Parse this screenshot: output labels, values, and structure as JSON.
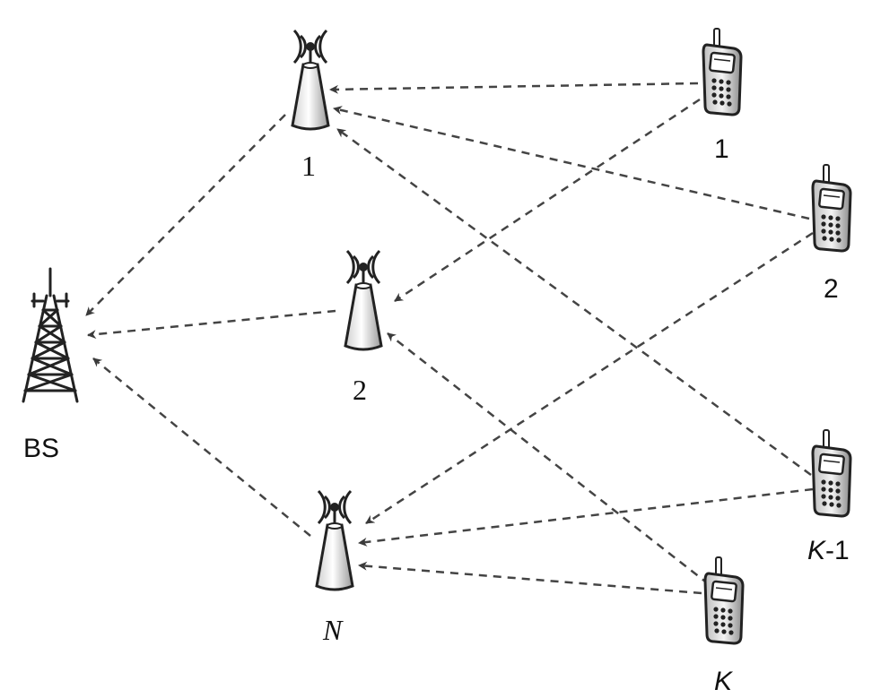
{
  "labels": {
    "bs": "BS",
    "relay_1": "1",
    "relay_2": "2",
    "relay_n": "N",
    "user_1": "1",
    "user_2": "2",
    "user_k_minus_1_var": "K",
    "user_k_minus_1_suffix": "-1",
    "user_k": "K"
  },
  "icons": {
    "base_station": "transmission-tower-icon",
    "relay": "relay-antenna-icon",
    "user": "mobile-phone-icon"
  },
  "colors": {
    "link": "#444444",
    "stroke": "#222222"
  }
}
